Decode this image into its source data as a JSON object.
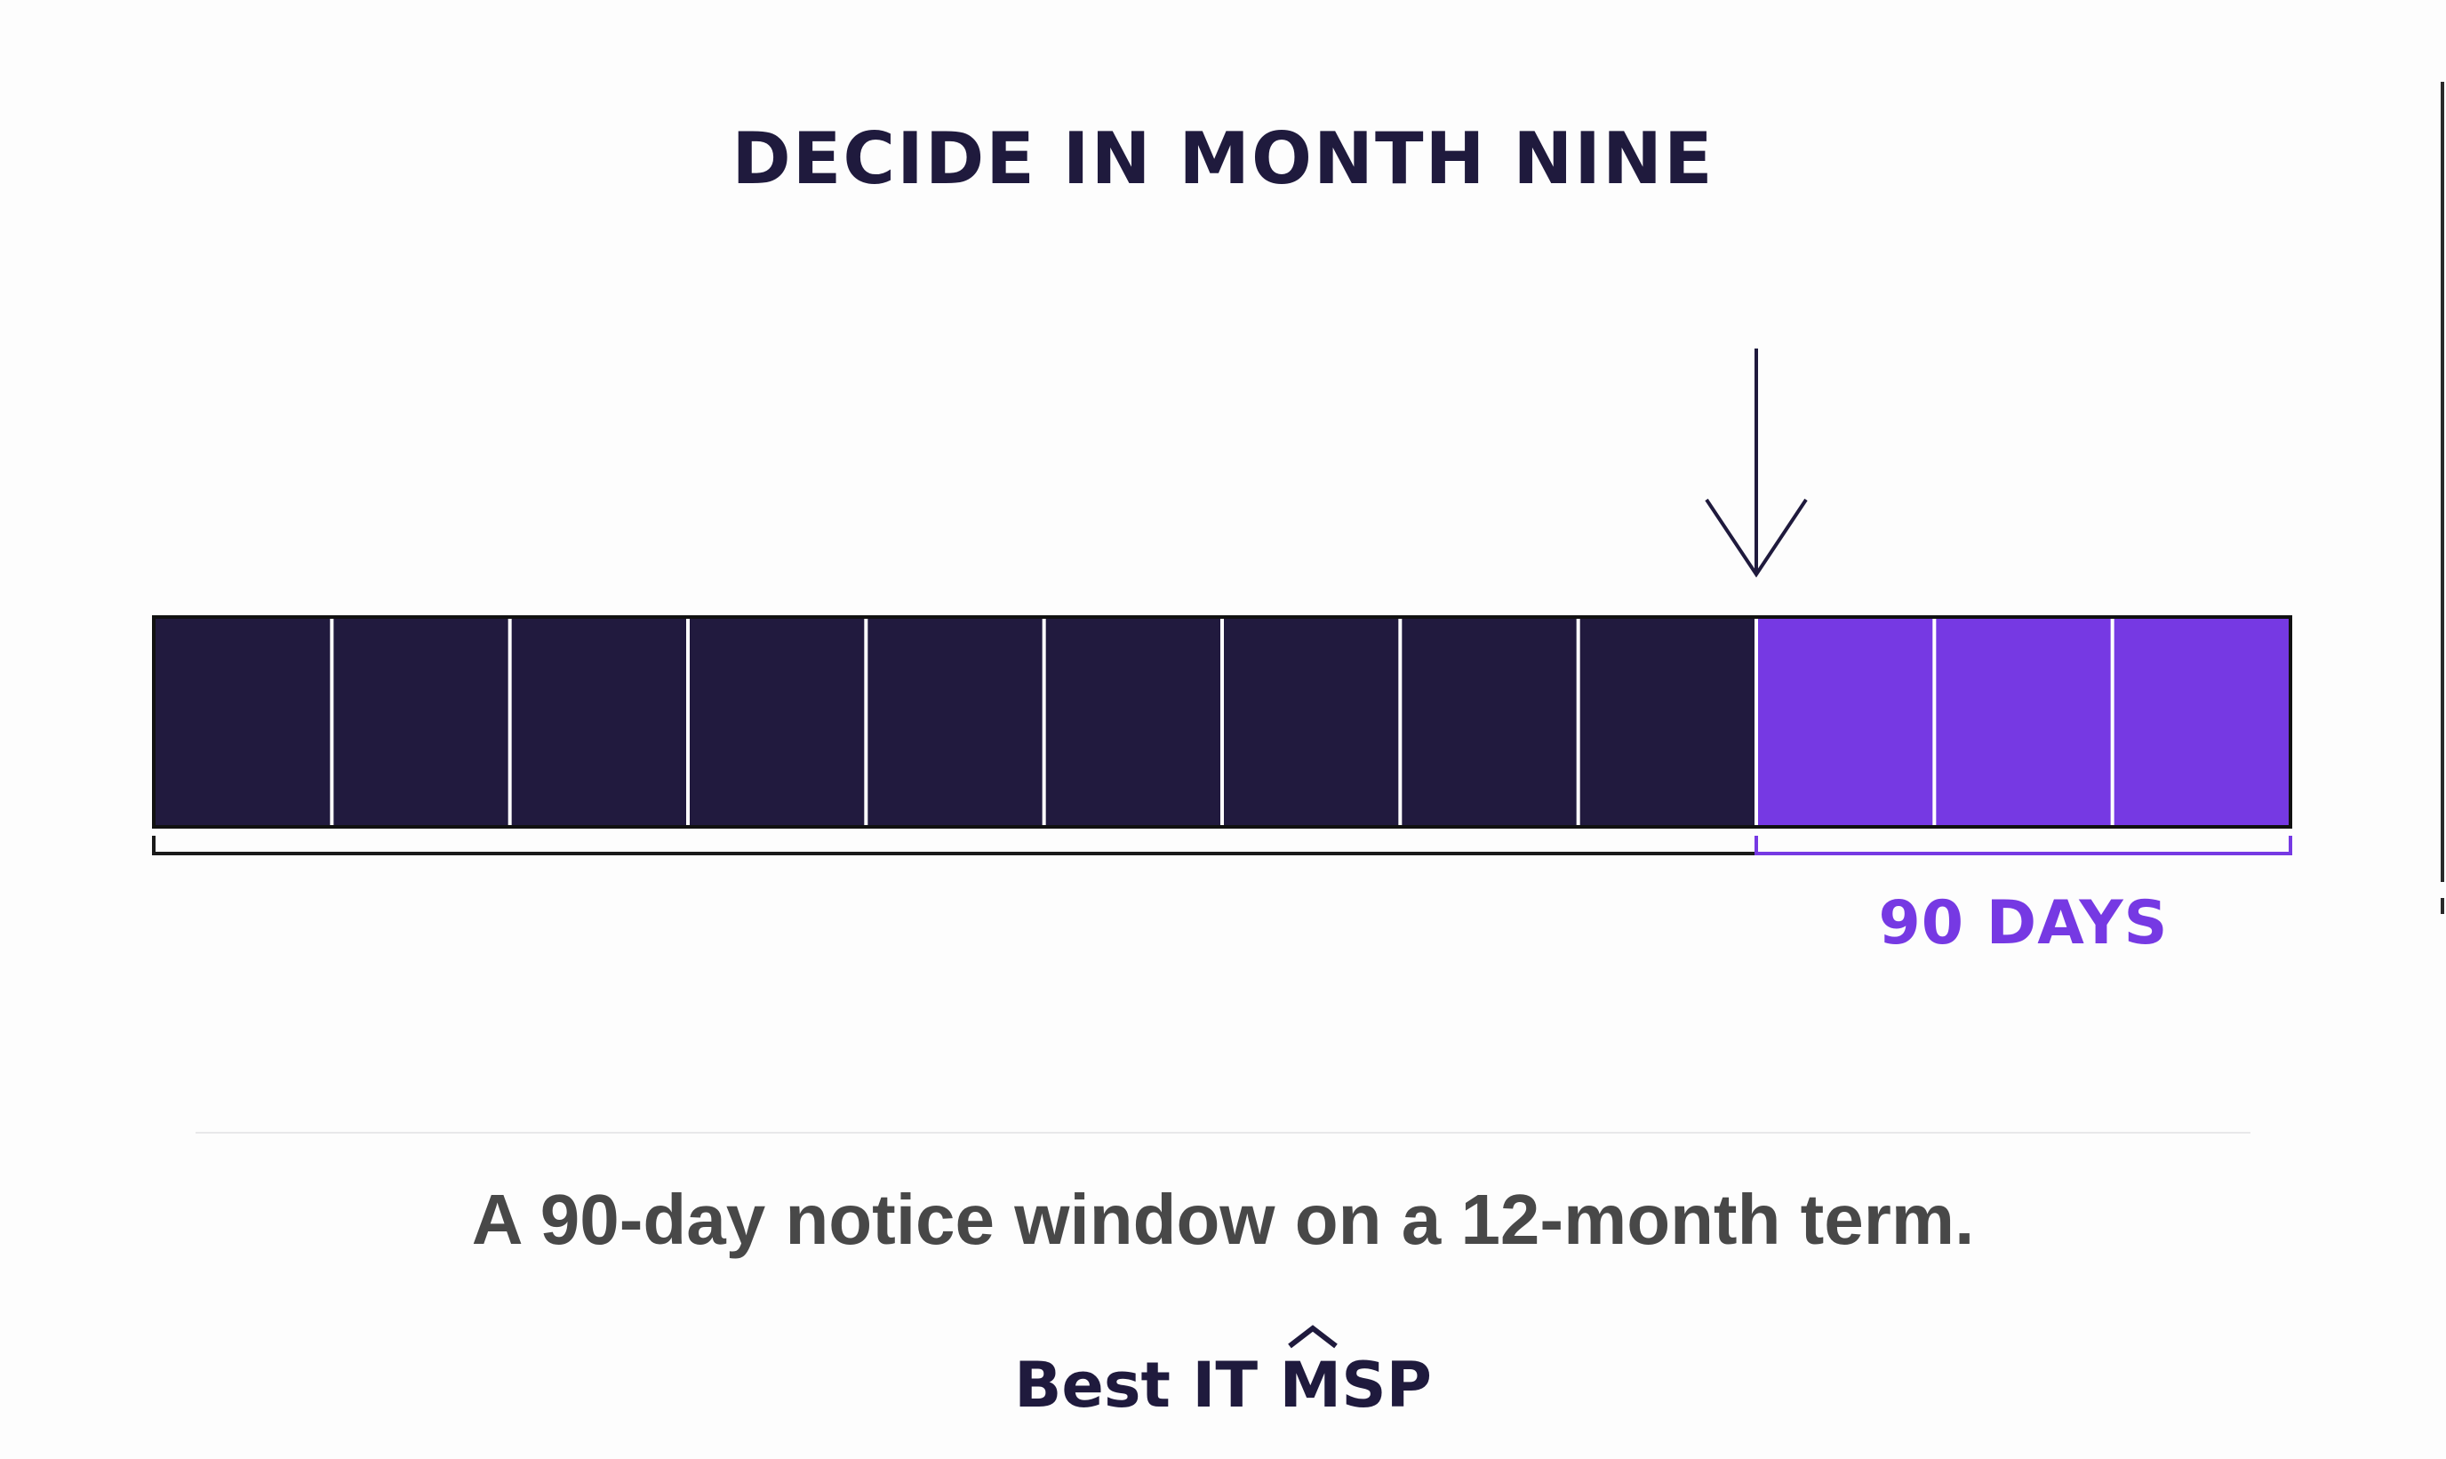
{
  "title": "DECIDE IN MONTH NINE",
  "timeline": {
    "total_months": 12,
    "decision_month": 9,
    "notice_label": "90 DAYS"
  },
  "caption": "A 90-day notice window on a 12-month term.",
  "brand": {
    "name": "Best IT MSP"
  },
  "colors": {
    "dark": "#211a3e",
    "accent": "#7639e3",
    "text_dark": "#1f1a3d",
    "caption_gray": "#484848"
  },
  "icons": {
    "decision_marker": "arrow-down-icon",
    "brand_caret": "caret-up-icon"
  }
}
